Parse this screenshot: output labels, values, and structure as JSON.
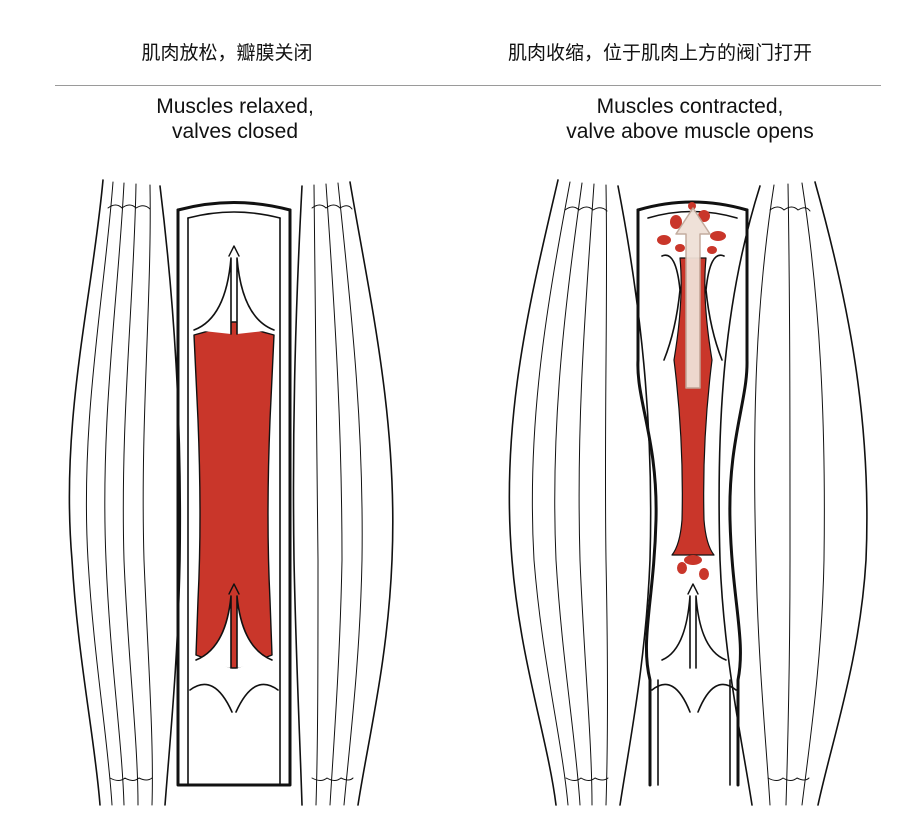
{
  "panels": [
    {
      "id": "relaxed",
      "title_zh": "肌肉放松，瓣膜关闭",
      "title_en_line1": "Muscles relaxed,",
      "title_en_line2": "valves closed"
    },
    {
      "id": "contracted",
      "title_zh": "肌肉收缩，位于肌肉上方的阀门打开",
      "title_en_line1": "Muscles contracted,",
      "title_en_line2": "valve above muscle opens"
    }
  ],
  "colors": {
    "blood": "#c9362a",
    "outline": "#111111",
    "muscle_fill": "#ffffff",
    "arrow_fill": "#efe0d6",
    "divider": "#9a9a9a"
  }
}
